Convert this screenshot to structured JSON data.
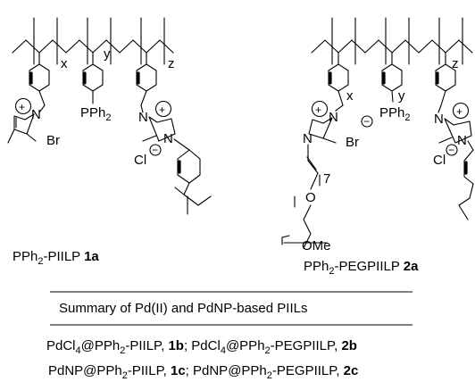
{
  "structures": {
    "left": {
      "name_prefix": "PPh",
      "name_sub": "2",
      "name_suffix": "-PIILP",
      "compound_id": "1a",
      "sub_x": "x",
      "sub_y": "y",
      "sub_z": "z",
      "phosphine": "PPh",
      "phosphine_sub": "2",
      "bromide": "Br",
      "chloride": "Cl",
      "n_left": "N",
      "n_right": "N",
      "plus": "+",
      "minus": "−"
    },
    "right": {
      "name_prefix": "PPh",
      "name_sub": "2",
      "name_suffix": "-PEGPIILP",
      "compound_id": "2a",
      "sub_x": "x",
      "sub_y": "y",
      "sub_z": "z",
      "phosphine": "PPh",
      "phosphine_sub": "2",
      "bromide": "Br",
      "chloride": "Cl",
      "n_left": "N",
      "n_right": "N",
      "repeat": "7",
      "oxygen": "O",
      "methoxy": "OMe",
      "plus": "+",
      "minus": "−"
    }
  },
  "summary": {
    "title": "Summary of Pd(II) and PdNP-based PIILs",
    "line1": [
      {
        "t": "PdCl",
        "style": "normal"
      },
      {
        "t": "4",
        "style": "sub"
      },
      {
        "t": "@PPh",
        "style": "normal"
      },
      {
        "t": "2",
        "style": "sub"
      },
      {
        "t": "-PIILP, ",
        "style": "normal"
      },
      {
        "t": "1b",
        "style": "bold"
      },
      {
        "t": "; PdCl",
        "style": "normal"
      },
      {
        "t": "4",
        "style": "sub"
      },
      {
        "t": "@PPh",
        "style": "normal"
      },
      {
        "t": "2",
        "style": "sub"
      },
      {
        "t": "-PEGPIILP, ",
        "style": "normal"
      },
      {
        "t": "2b",
        "style": "bold"
      }
    ],
    "line2": [
      {
        "t": "PdNP@PPh",
        "style": "normal"
      },
      {
        "t": "2",
        "style": "sub"
      },
      {
        "t": "-PIILP, ",
        "style": "normal"
      },
      {
        "t": "1c",
        "style": "bold"
      },
      {
        "t": "; PdNP@PPh",
        "style": "normal"
      },
      {
        "t": "2",
        "style": "sub"
      },
      {
        "t": "-PEGPIILP, ",
        "style": "normal"
      },
      {
        "t": "2c",
        "style": "bold"
      }
    ]
  }
}
